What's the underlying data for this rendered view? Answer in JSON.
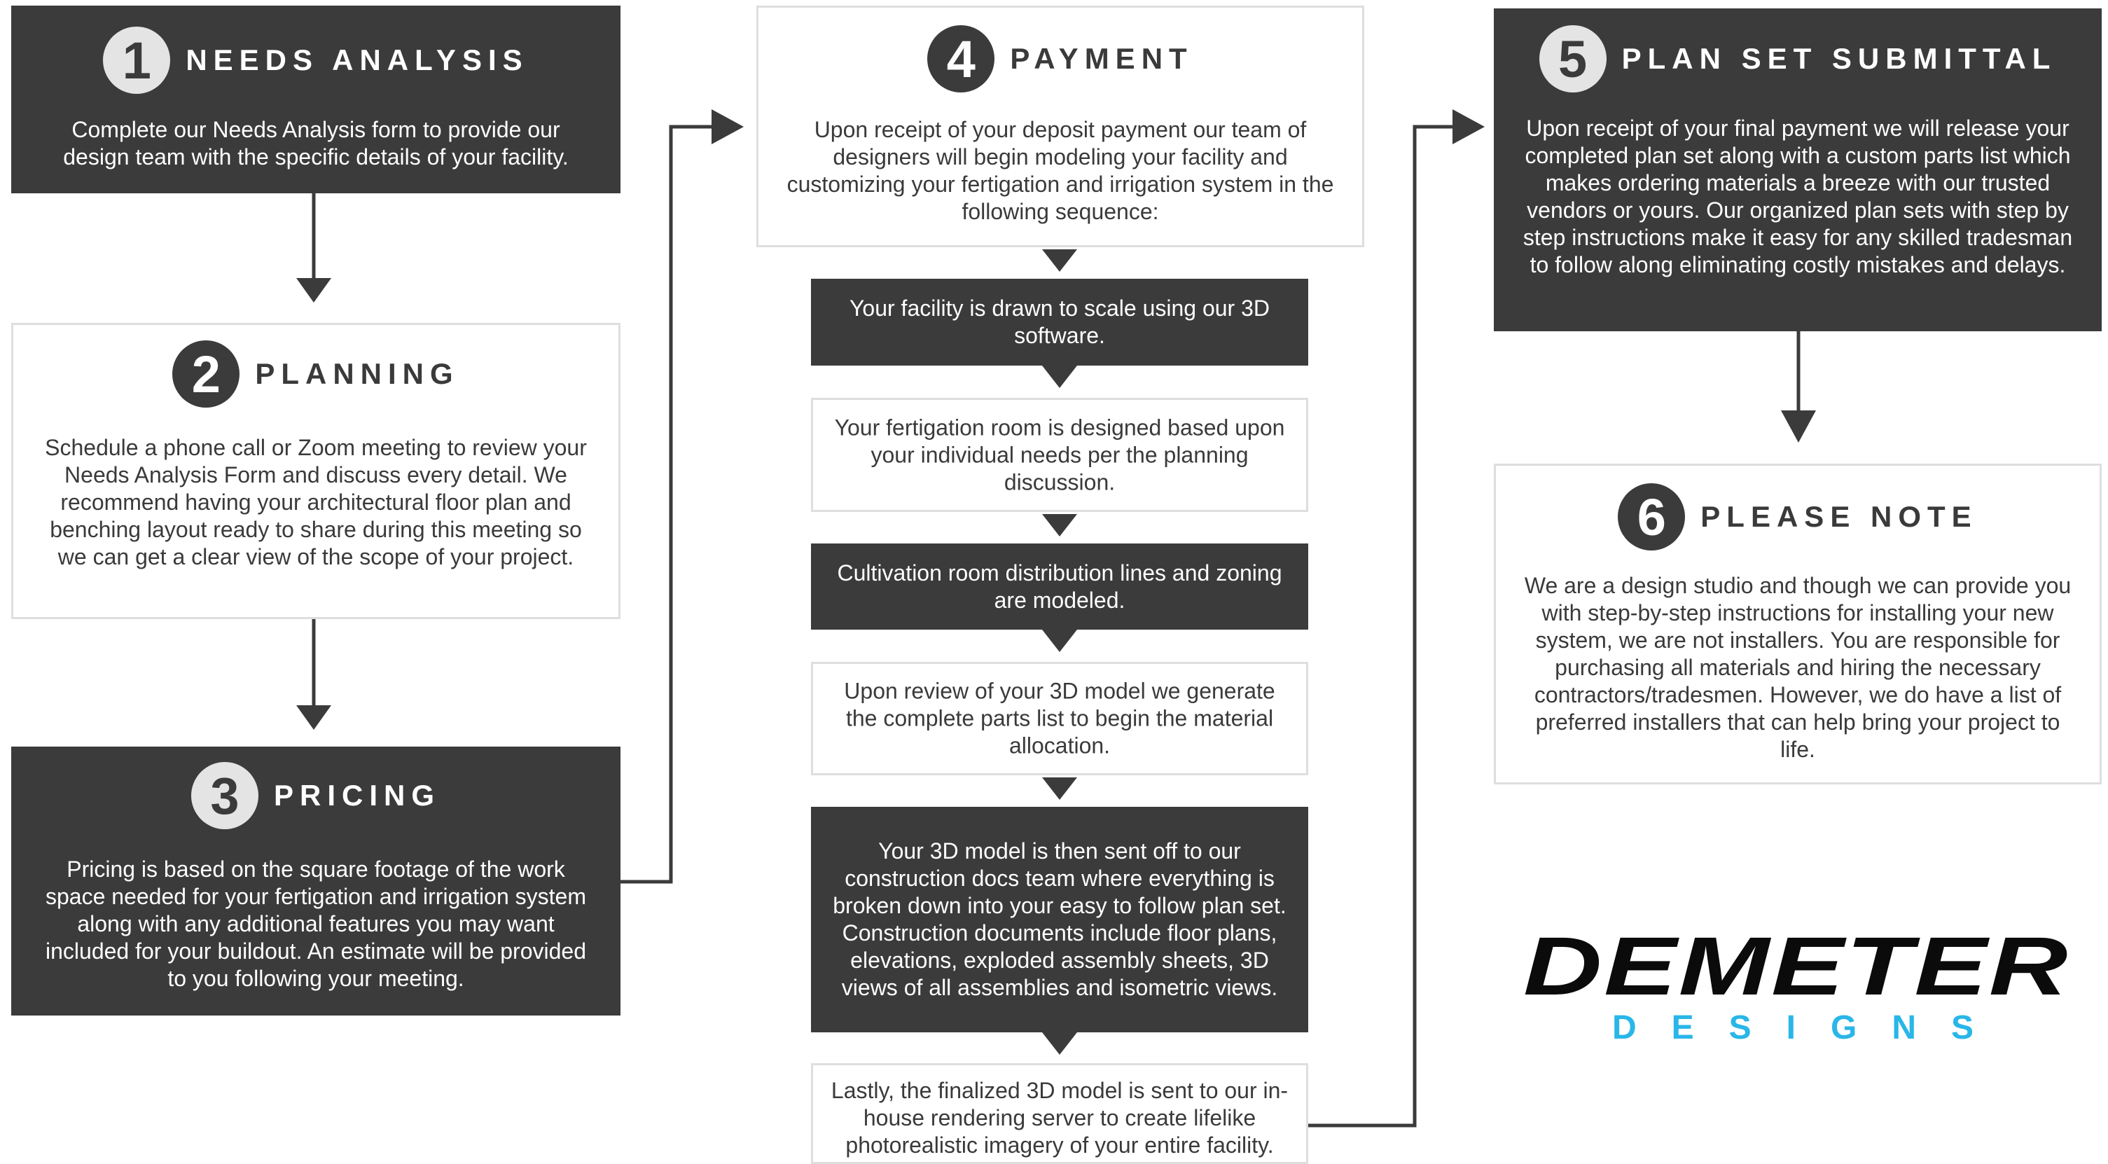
{
  "colors": {
    "dark_box": "#3b3b3b",
    "light_border": "#dedede",
    "arrow": "#3b3b3b",
    "logo_accent": "#29b6e8",
    "logo_main": "#0b0b0b"
  },
  "steps": [
    {
      "number": "1",
      "title": "NEEDS ANALYSIS",
      "body": "Complete our Needs Analysis form to provide our design team with the specific details of your facility."
    },
    {
      "number": "2",
      "title": "PLANNING",
      "body": "Schedule a phone call or Zoom meeting to review your Needs Analysis Form and discuss every detail. We recommend having your architectural floor plan and benching layout ready to share during this meeting so we can get a clear view of the scope of your project."
    },
    {
      "number": "3",
      "title": "PRICING",
      "body": "Pricing is based on the square footage of the work space needed for your fertigation and irrigation system along with any additional features you may want included for your buildout. An estimate will be provided to you following your meeting."
    },
    {
      "number": "4",
      "title": "PAYMENT",
      "body": "Upon receipt of your deposit payment our team of designers will begin modeling your facility and customizing your fertigation and irrigation system in the following sequence:"
    },
    {
      "number": "5",
      "title": "PLAN SET SUBMITTAL",
      "body": "Upon receipt of your final payment we will release your completed plan set along with a custom parts list which makes ordering materials a breeze with our trusted vendors or yours. Our organized plan sets with step by step instructions make it easy for any skilled tradesman to follow along eliminating costly mistakes and delays."
    },
    {
      "number": "6",
      "title": "PLEASE NOTE",
      "body": "We are a design studio and though we can provide you with step-by-step instructions for installing your new system, we are not installers. You are responsible for purchasing all materials and hiring the necessary contractors/tradesmen. However, we do have a list of preferred installers that can help bring your project to life."
    }
  ],
  "sequence": [
    "Your facility is drawn to scale using our 3D software.",
    "Your fertigation room is designed based upon your individual needs per the planning discussion.",
    "Cultivation room distribution lines and zoning are modeled.",
    "Upon review of your 3D model we generate the complete parts list to begin the material allocation.",
    "Your 3D model is then sent off to our construction docs team where everything is broken down into your easy to follow plan set. Construction documents include floor plans, elevations, exploded assembly sheets, 3D views of all assemblies and isometric views.",
    "Lastly, the finalized 3D model is sent to our in-house rendering server to create lifelike photorealistic imagery of your entire facility."
  ],
  "logo": {
    "name": "DEMETER",
    "sub": "DESIGNS"
  }
}
